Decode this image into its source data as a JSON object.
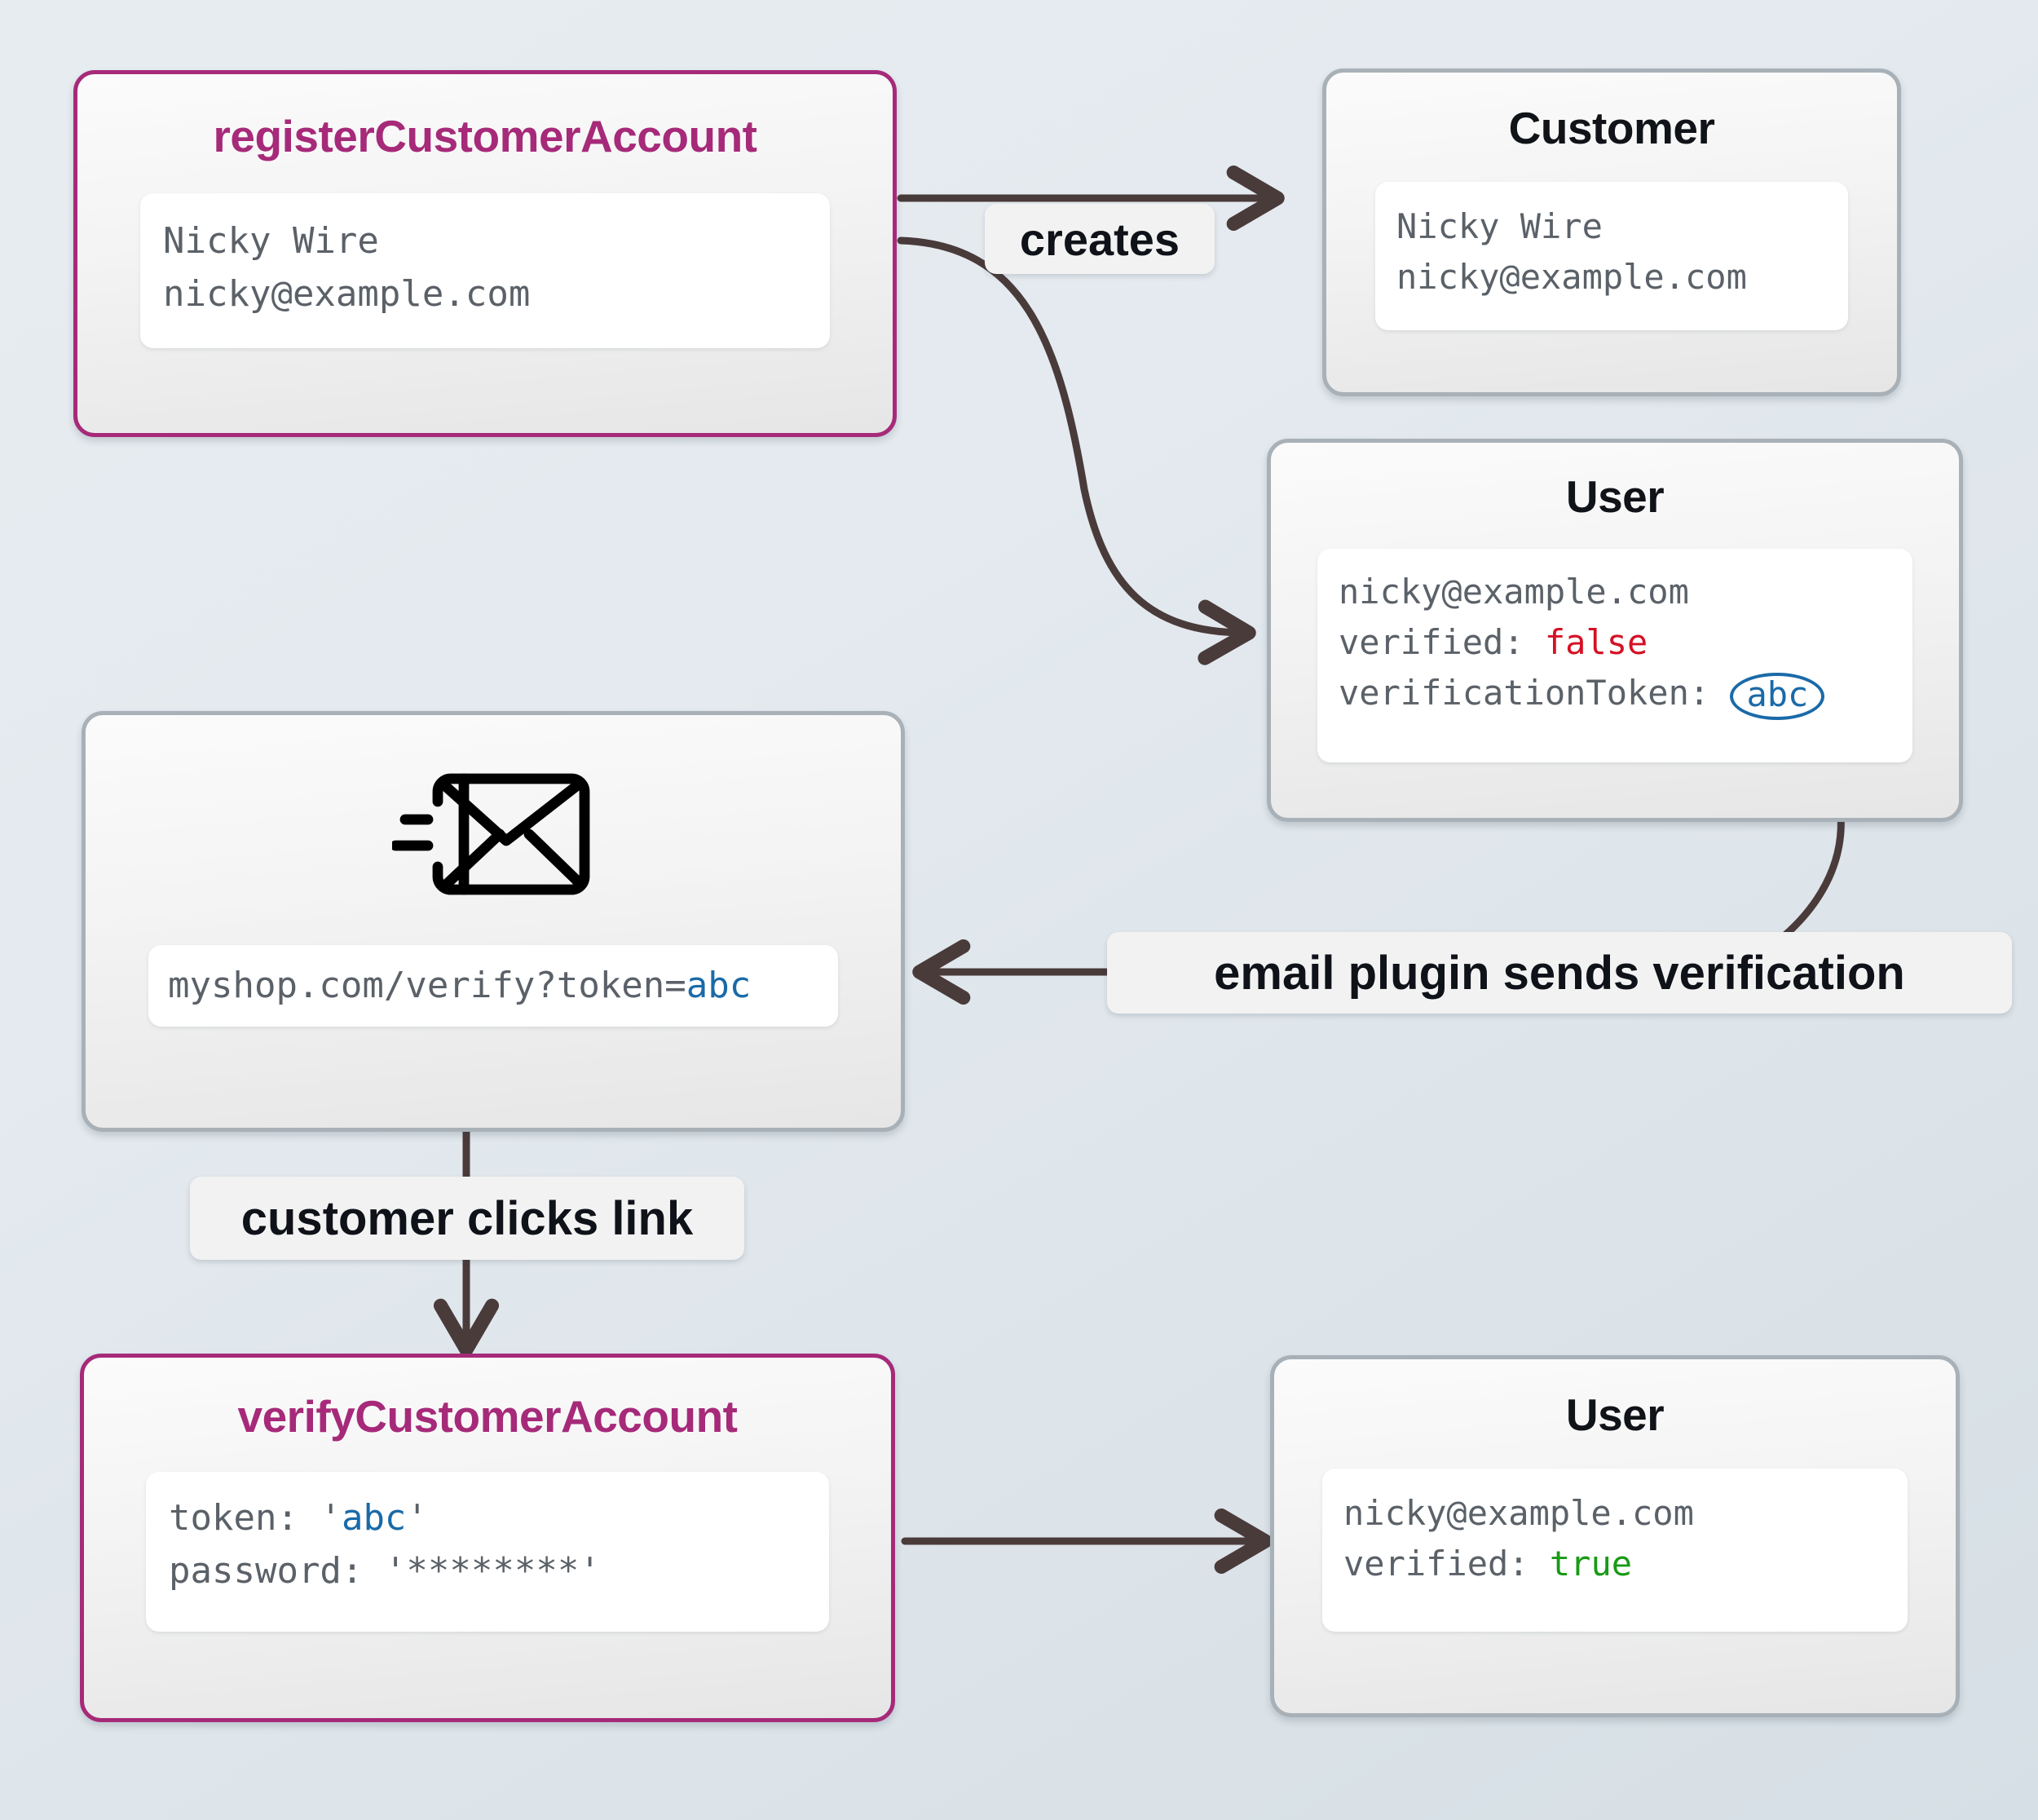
{
  "diagram": {
    "title": "customer account verification flow",
    "background_color": "#e4eaef",
    "accent_color": "#a62a79",
    "edge_color": "#4a3b3b",
    "token_color": "#1a6aa8",
    "false_color": "#d51125",
    "true_color": "#199a16"
  },
  "nodes": {
    "register_mutation": {
      "title": "registerCustomerAccount",
      "lines": [
        "Nicky Wire",
        "nicky@example.com"
      ]
    },
    "customer_entity": {
      "title": "Customer",
      "lines": [
        "Nicky Wire",
        "nicky@example.com"
      ]
    },
    "user_unverified": {
      "title": "User",
      "email": "nicky@example.com",
      "verified_label": "verified:",
      "verified_value": "false",
      "token_label": "verificationToken:",
      "token_value": "abc"
    },
    "email_message": {
      "icon": "send-mail-icon",
      "link_prefix": "myshop.com/verify?token=",
      "link_token": "abc"
    },
    "verify_mutation": {
      "title": "verifyCustomerAccount",
      "token_label": "token:",
      "token_value": "'abc'",
      "token_quote_open": "'",
      "token_quote_close": "'",
      "token_inner": "abc",
      "password_label": "password:",
      "password_value": "'********'"
    },
    "user_verified": {
      "title": "User",
      "email": "nicky@example.com",
      "verified_label": "verified:",
      "verified_value": "true"
    }
  },
  "edges": [
    {
      "id": "creates",
      "label": "creates"
    },
    {
      "id": "email-plugin",
      "label": "email plugin sends verification"
    },
    {
      "id": "clicks-link",
      "label": "customer clicks link"
    },
    {
      "id": "verify-updates",
      "label": ""
    }
  ]
}
